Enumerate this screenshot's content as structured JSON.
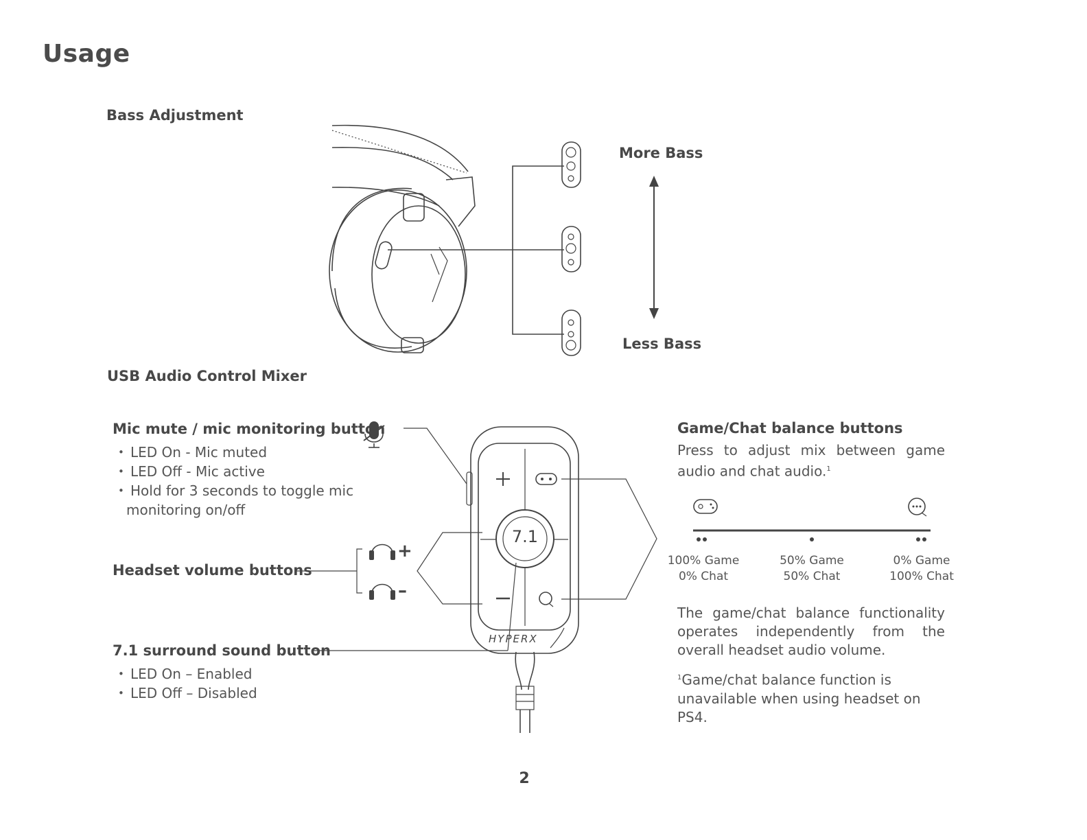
{
  "page": {
    "title": "Usage",
    "page_number": "2"
  },
  "bass": {
    "title": "Bass Adjustment",
    "more_label": "More Bass",
    "less_label": "Less Bass"
  },
  "mixer": {
    "title": "USB Audio Control Mixer",
    "brand": "HYPERX",
    "surround_badge": "7.1",
    "mic": {
      "title": "Mic mute / mic monitoring button",
      "bullets": [
        "LED On - Mic muted",
        "LED Off - Mic active",
        "Hold for 3 seconds to toggle mic",
        "monitoring on/off"
      ]
    },
    "volume": {
      "title": "Headset volume buttons",
      "plus": "+",
      "minus": "–"
    },
    "surround": {
      "title": "7.1 surround sound button",
      "bullets": [
        "LED On – Enabled",
        "LED Off – Disabled"
      ]
    },
    "balance": {
      "title": "Game/Chat balance buttons",
      "description": "Press to adjust mix between game audio and chat audio.",
      "footnote_mark": "1",
      "levels": [
        {
          "game": "100% Game",
          "chat": "0% Chat"
        },
        {
          "game": "50% Game",
          "chat": "50% Chat"
        },
        {
          "game": "0% Game",
          "chat": "100% Chat"
        }
      ],
      "note": "The game/chat balance functionality operates independently from the overall headset audio volume.",
      "footnote": "Game/chat balance function is unavailable when using headset on PS4."
    }
  },
  "icons": {
    "mic": "mic-icon",
    "headphone": "headphone-icon",
    "gamepad": "gamepad-icon",
    "chat": "chat-bubble-icon"
  }
}
